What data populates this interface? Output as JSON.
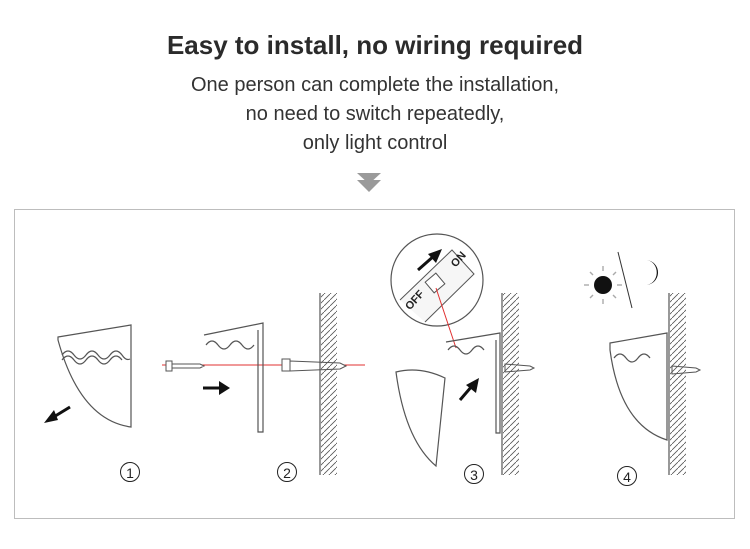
{
  "header": {
    "title": "Easy to install, no wiring required",
    "subtitle_lines": [
      "One person can complete the installation,",
      "no need to switch repeatedly,",
      "only light control"
    ]
  },
  "switch": {
    "off_label": "OFF",
    "on_label": "ON"
  },
  "steps": [
    {
      "number": "1"
    },
    {
      "number": "2"
    },
    {
      "number": "3"
    },
    {
      "number": "4"
    }
  ],
  "colors": {
    "laser_line": "#e03030",
    "line_art": "#555555",
    "arrow": "#111111",
    "pointer": "#aaaaaa"
  }
}
